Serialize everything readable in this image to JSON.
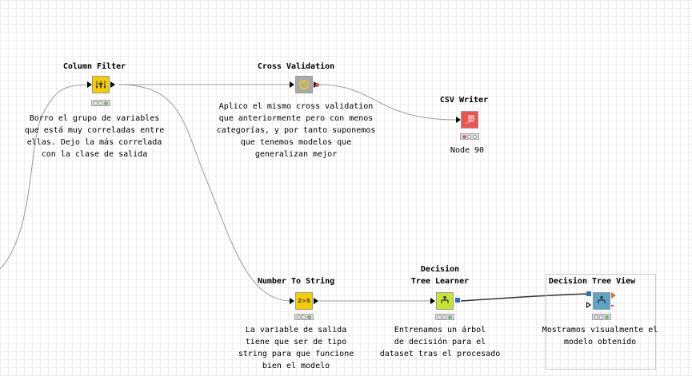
{
  "nodes": {
    "column_filter": {
      "title": "Column Filter",
      "icon": "column-filter-icon",
      "color": "#f7cd00",
      "status": "green",
      "comment": "Borro el grupo de variables\nque está muy correladas entre\nellas. Dejo la más correlada\ncon la clase de salida"
    },
    "cross_validation": {
      "title": "Cross Validation",
      "icon": "cross-validation-icon",
      "color": "#a9a9a9",
      "comment": "Aplico el mismo cross validation\nque anteriormente pero con menos\ncategorías, y por tanto suponemos\nque tenemos modelos que\ngeneralizan mejor"
    },
    "csv_writer": {
      "title": "CSV Writer",
      "icon": "csv-writer-icon",
      "color": "#ef5350",
      "status": "red",
      "comment": "Node 90"
    },
    "number_to_string": {
      "title": "Number To String",
      "icon": "number-to-string-icon",
      "icon_text": "2>S",
      "color": "#f7cd00",
      "status": "green",
      "comment": "La variable de salida\ntiene que ser de tipo\nstring para que funcione\nbien el modelo"
    },
    "decision_tree_learner": {
      "title": "Decision\nTree Learner",
      "icon": "decision-tree-learner-icon",
      "color": "#c6e533",
      "status": "green",
      "comment": "Entrenamos un árbol\nde decisión para el\ndataset tras el procesado"
    },
    "decision_tree_view": {
      "title": "Decision Tree View",
      "icon": "decision-tree-view-icon",
      "color": "#5ba3c9",
      "status": "green",
      "comment": "Mostramos visualmente el\nmodelo obtenido"
    }
  },
  "colors": {
    "led_green": "#5cd05c",
    "led_red": "#e8454a",
    "wire": "#9a9a9a",
    "model_wire": "#333333"
  }
}
